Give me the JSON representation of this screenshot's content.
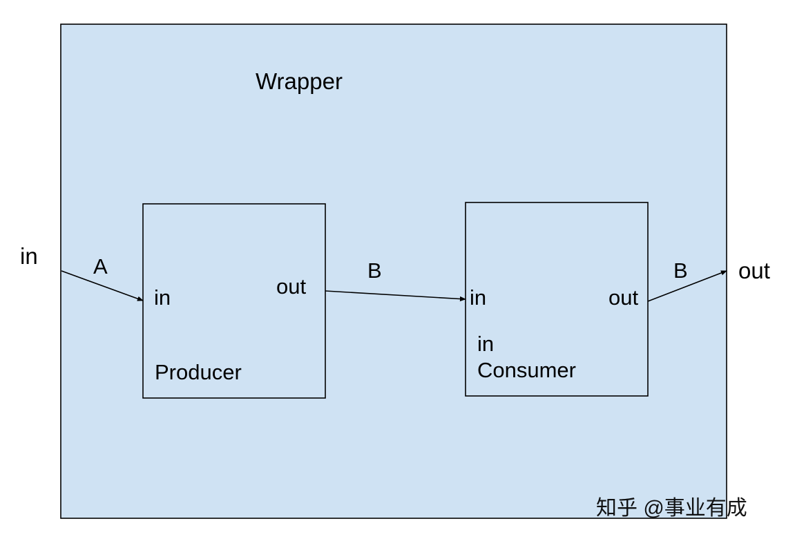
{
  "colors": {
    "wrapper_fill": "#cfe2f3",
    "stroke": "#000000",
    "text": "#000000",
    "watermark": "#ffffff"
  },
  "wrapper": {
    "title": "Wrapper"
  },
  "external_ports": {
    "input_label": "in",
    "output_label": "out"
  },
  "producer": {
    "name": "Producer",
    "in_port": "in",
    "out_port": "out"
  },
  "consumer": {
    "name": "Consumer",
    "in_port": "in",
    "in_port_repeat": "in",
    "out_port": "out"
  },
  "connections": {
    "wrapper_in_to_producer": "A",
    "producer_to_consumer": "B",
    "consumer_to_wrapper_out": "B"
  },
  "watermark": {
    "text": "知乎 @事业有成"
  }
}
